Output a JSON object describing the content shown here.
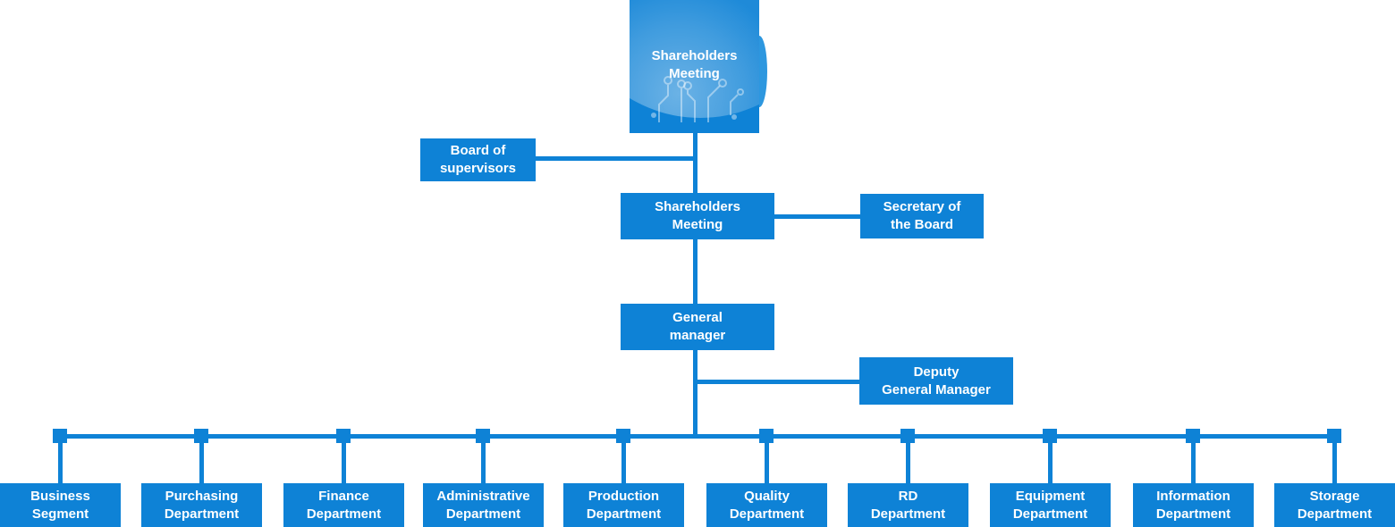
{
  "diagram": {
    "type": "org-chart",
    "accent_color": "#0e82d6",
    "text_color": "#ffffff",
    "nodes": {
      "shareholders_meeting_top": "Shareholders\nMeeting",
      "board_of_supervisors": "Board of\nsupervisors",
      "shareholders_meeting": "Shareholders\nMeeting",
      "secretary_of_the_board": "Secretary of\nthe Board",
      "general_manager": "General\nmanager",
      "deputy_general_manager": "Deputy\nGeneral Manager"
    },
    "departments": [
      "Business\nSegment",
      "Purchasing\nDepartment",
      "Finance\nDepartment",
      "Administrative\nDepartment",
      "Production\nDepartment",
      "Quality\nDepartment",
      "RD\nDepartment",
      "Equipment\nDepartment",
      "Information\nDepartment",
      "Storage\nDepartment"
    ]
  }
}
